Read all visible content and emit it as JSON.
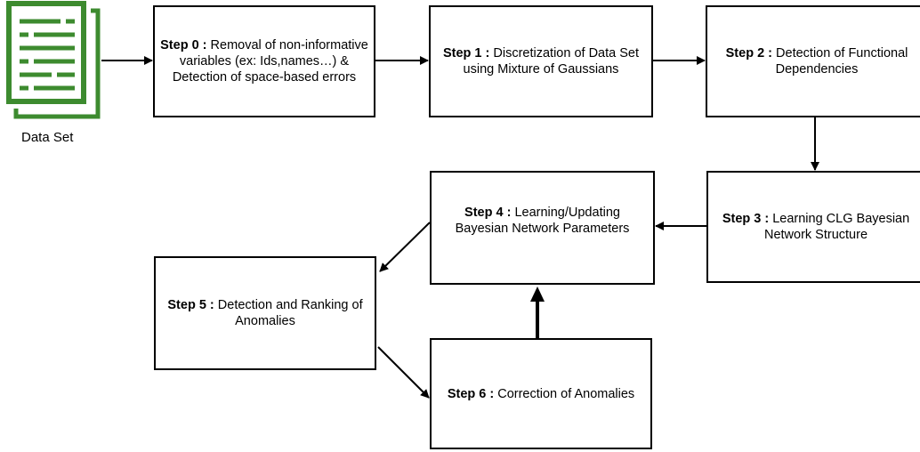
{
  "dataset": {
    "label": "Data Set",
    "icon": "document-icon",
    "icon_color": "#3d8b2f"
  },
  "steps": [
    {
      "id": "step0",
      "title": "Step 0 :",
      "text": "Removal of non-informative variables (ex: Ids,names…) & Detection of space-based errors"
    },
    {
      "id": "step1",
      "title": "Step 1 :",
      "text": "Discretization of Data Set using Mixture of Gaussians"
    },
    {
      "id": "step2",
      "title": "Step 2 :",
      "text": "Detection of Functional Dependencies"
    },
    {
      "id": "step3",
      "title": "Step 3 :",
      "text": "Learning CLG Bayesian Network Structure"
    },
    {
      "id": "step4",
      "title": "Step 4 :",
      "text": "Learning/Updating Bayesian Network Parameters"
    },
    {
      "id": "step5",
      "title": "Step 5 :",
      "text": "Detection and Ranking of Anomalies"
    },
    {
      "id": "step6",
      "title": "Step 6 :",
      "text": "Correction of Anomalies"
    }
  ]
}
